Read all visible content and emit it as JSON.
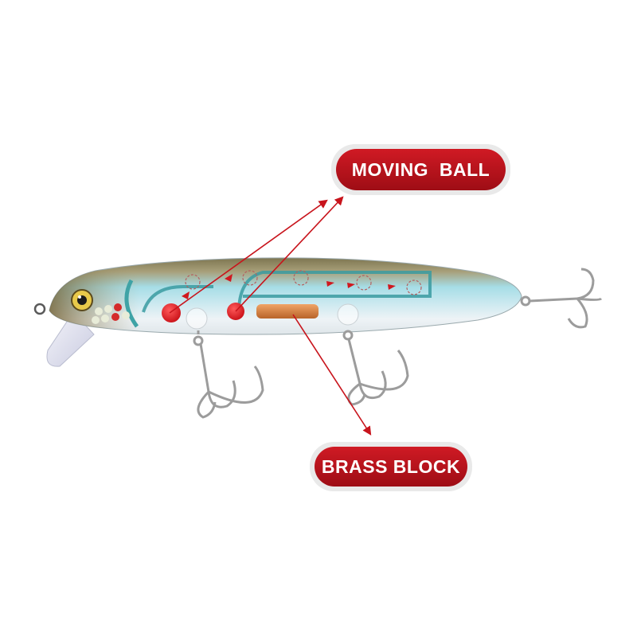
{
  "callouts": {
    "moving_ball": "MOVING  BALL",
    "brass_block": "BRASS BLOCK"
  },
  "colors": {
    "callout_fill": "#b5111b",
    "callout_shadow": "#7a0a10",
    "arrow": "#c8141c",
    "body_back": "#8c8458",
    "body_mid": "#9fd6df",
    "body_belly": "#eef2f5",
    "brass": "#d9843f"
  },
  "icons": {
    "lure": "fishing-lure-minnow",
    "hooks": "treble-hook",
    "arrows": "arrow-icon"
  }
}
